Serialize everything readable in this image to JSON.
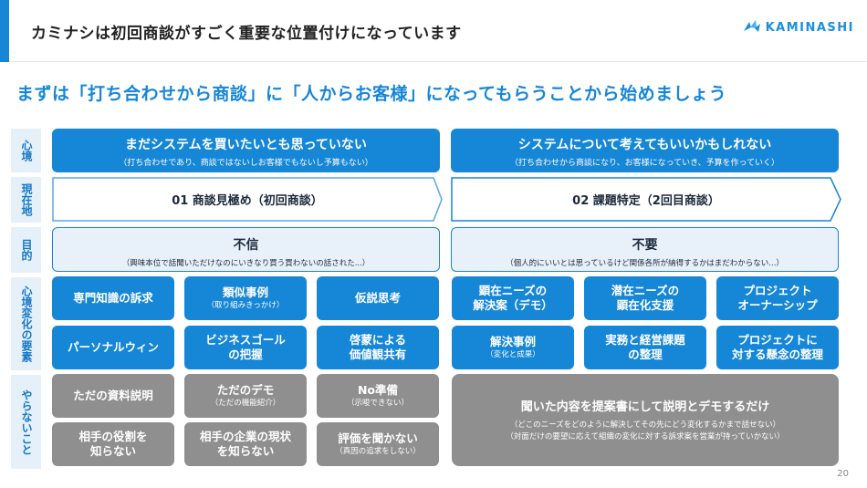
{
  "header": {
    "title": "カミナシは初回商談がすごく重要な位置付けになっています",
    "logo_text": "KAMINASHI",
    "accent_color": "#1686d6"
  },
  "subtitle": "まずは「打ち合わせから商談」に「人からお客様」になってもらうことから始めましょう",
  "rows": {
    "mindset": "心境",
    "current": "現在地",
    "goal": "目的",
    "mindset_change": "心境変化の要素",
    "dont": "やらないこと"
  },
  "left": {
    "mindset": {
      "title": "まだシステムを買いたいとも思っていない",
      "sub": "（打ち合わせであり、商談ではないしお客様でもないし予算もない）"
    },
    "stage": "01 商談見極め（初回商談）",
    "goal": {
      "title": "不信",
      "sub": "（興味本位で話聞いただけなのにいきなり買う買わないの話された...）"
    },
    "elements": [
      {
        "title": "専門知識の訴求",
        "sub": ""
      },
      {
        "title": "類似事例",
        "sub": "（取り組みきっかけ）"
      },
      {
        "title": "仮説思考",
        "sub": ""
      },
      {
        "title": "パーソナルウィン",
        "sub": ""
      },
      {
        "title": "ビジネスゴール\nの把握",
        "sub": ""
      },
      {
        "title": "啓蒙による\n価値観共有",
        "sub": ""
      }
    ],
    "donts": [
      {
        "title": "ただの資料説明",
        "sub": ""
      },
      {
        "title": "ただのデモ",
        "sub": "（ただの機能紹介）"
      },
      {
        "title": "No準備",
        "sub": "（示唆できない）"
      },
      {
        "title": "相手の役割を\n知らない",
        "sub": ""
      },
      {
        "title": "相手の企業の現状\nを知らない",
        "sub": ""
      },
      {
        "title": "評価を聞かない",
        "sub": "（真因の追求をしない）"
      }
    ]
  },
  "right": {
    "mindset": {
      "title": "システムについて考えてもいいかもしれない",
      "sub": "（打ち合わせから商談になり、お客様になっていき、予算を作っていく）"
    },
    "stage": "02 課題特定（2回目商談）",
    "goal": {
      "title": "不要",
      "sub": "（個人的にいいとは思っているけど関係各所が納得するかはまだわからない...）"
    },
    "elements": [
      {
        "title": "顕在ニーズの\n解決案（デモ）",
        "sub": ""
      },
      {
        "title": "潜在ニーズの\n顕在化支援",
        "sub": ""
      },
      {
        "title": "プロジェクト\nオーナーシップ",
        "sub": ""
      },
      {
        "title": "解決事例",
        "sub": "（変化と成果）"
      },
      {
        "title": "実務と経営課題\nの整理",
        "sub": ""
      },
      {
        "title": "プロジェクトに\n対する懸念の整理",
        "sub": ""
      }
    ],
    "dont": {
      "title": "聞いた内容を提案書にして説明とデモするだけ",
      "sub1": "（どこのニーズをどのように解決してその先にどう変化するかまで話せない）",
      "sub2": "（対面だけの要望に応えて組織の変化に対する訴求案を営業が持っていかない）"
    }
  },
  "page_number": "20"
}
